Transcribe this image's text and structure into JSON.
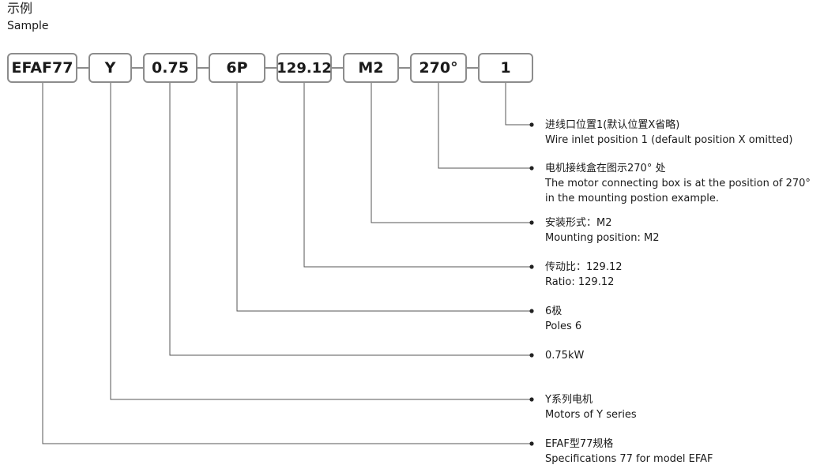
{
  "title": {
    "cn": "示例",
    "en": "Sample"
  },
  "code_segments": [
    "EFAF77",
    "Y",
    "0.75",
    "6P",
    "129.12",
    "M2",
    "270°",
    "1"
  ],
  "descriptions": [
    {
      "segment": "1",
      "cn": "进线口位置1(默认位置X省略)",
      "en": "Wire inlet position 1 (default position X omitted)"
    },
    {
      "segment": "270°",
      "cn": "电机接线盒在图示270° 处",
      "en": "The motor connecting box is at the position of 270°",
      "en2": "in the mounting postion example."
    },
    {
      "segment": "M2",
      "cn": "安装形式：M2",
      "en": "Mounting position: M2"
    },
    {
      "segment": "129.12",
      "cn": "传动比：129.12",
      "en": "Ratio: 129.12"
    },
    {
      "segment": "6P",
      "cn": "6极",
      "en": "Poles 6"
    },
    {
      "segment": "0.75",
      "cn": "0.75kW"
    },
    {
      "segment": "Y",
      "cn": "Y系列电机",
      "en": "Motors of Y series"
    },
    {
      "segment": "EFAF77",
      "cn": "EFAF型77规格",
      "en": "Specifications 77 for model EFAF"
    }
  ],
  "colors": {
    "box_border": "#8c8c8c",
    "line": "#555555",
    "text": "#1a1a1a"
  }
}
